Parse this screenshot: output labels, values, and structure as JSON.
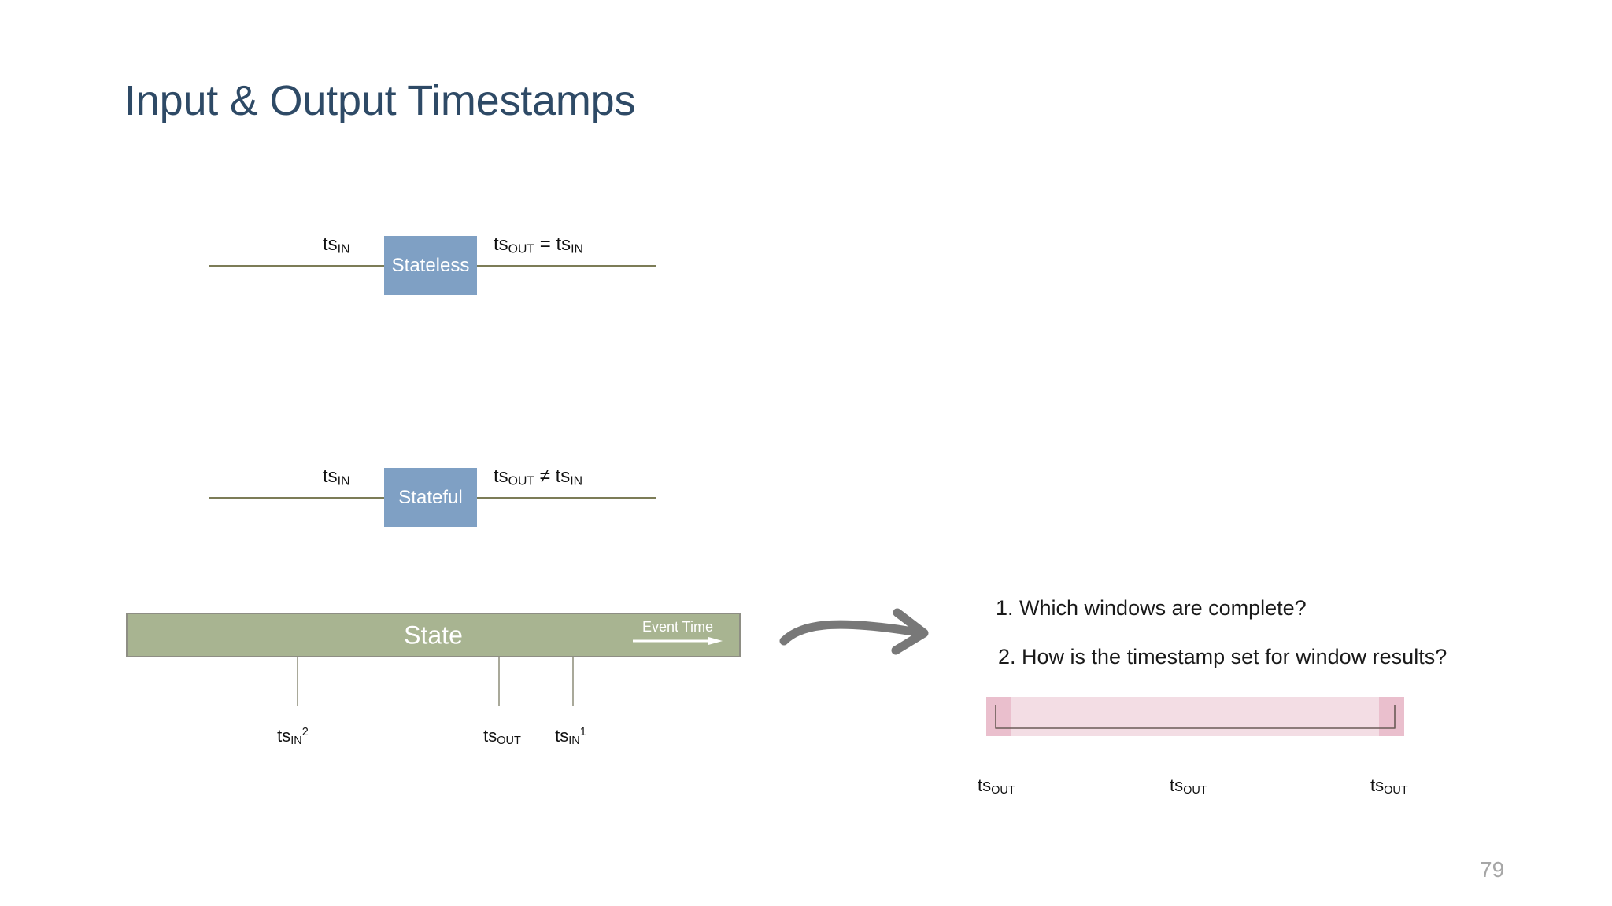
{
  "slide": {
    "title": "Input & Output Timestamps",
    "page_number": "79",
    "background_color": "#ffffff",
    "title_color": "#2e4a66"
  },
  "diagrams": {
    "stateless": {
      "box_label": "Stateless",
      "input_label_prefix": "ts",
      "input_label_sub": "IN",
      "output_label": "ts_OUT = ts_IN",
      "output_parts": {
        "lead": "ts",
        "lead_sub": "OUT",
        "operator": " = ",
        "tail": "ts",
        "tail_sub": "IN"
      },
      "box_color": "#7fa0c4",
      "wire_color": "#7c7c57"
    },
    "stateful": {
      "box_label": "Stateful",
      "input_label_prefix": "ts",
      "input_label_sub": "IN",
      "output_label": "ts_OUT ≠ ts_IN",
      "output_parts": {
        "lead": "ts",
        "lead_sub": "OUT",
        "operator": " ≠ ",
        "tail": "ts",
        "tail_sub": "IN"
      },
      "box_color": "#7fa0c4",
      "wire_color": "#7c7c57"
    }
  },
  "state_bar": {
    "label": "State",
    "axis_label": "Event Time",
    "fill_color": "#a8b491",
    "border_color": "#8e8e84",
    "text_color": "#ffffff",
    "ticks": [
      {
        "label_lead": "ts",
        "label_sub": "IN",
        "label_sup": "2"
      },
      {
        "label_lead": "ts",
        "label_sub": "OUT",
        "label_sup": ""
      },
      {
        "label_lead": "ts",
        "label_sub": "IN",
        "label_sup": "1"
      }
    ]
  },
  "questions": [
    "1. Which windows are complete?",
    "2. How is the timestamp set for window results?"
  ],
  "window_bar": {
    "fill_color": "#f3dde4",
    "cap_color": "#eabfcd",
    "brace_color": "#6b5b57",
    "out_labels": [
      {
        "lead": "ts",
        "sub": "OUT"
      },
      {
        "lead": "ts",
        "sub": "OUT"
      },
      {
        "lead": "ts",
        "sub": "OUT"
      }
    ]
  },
  "icons": {
    "curved_arrow": "curved-arrow-icon",
    "event_time_arrow": "right-arrow-icon"
  }
}
